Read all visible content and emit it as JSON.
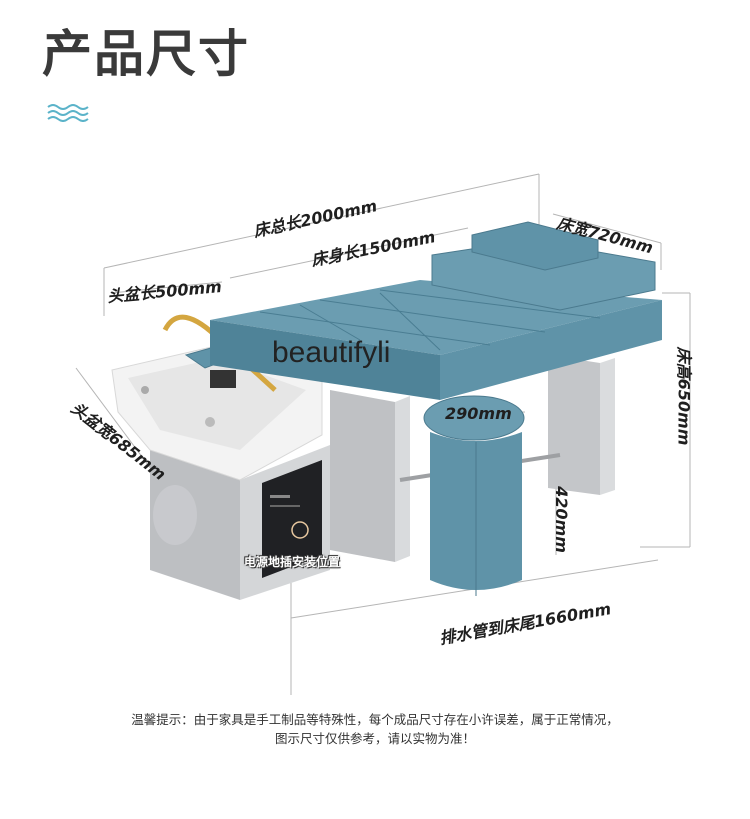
{
  "title": "产品尺寸",
  "watermark": "beautifyli",
  "dimensions": {
    "total_length": "床总长2000mm",
    "body_length": "床身长1500mm",
    "bed_width": "床宽720mm",
    "basin_length": "头盆长500mm",
    "basin_width": "头盆宽685mm",
    "bed_height": "床高650mm",
    "stool_width": "290mm",
    "stool_height": "420mm",
    "drain_length": "排水管到床尾1660mm"
  },
  "power_label": "电源地插安装位置",
  "note": {
    "line1": "温馨提示：由于家具是手工制品等特殊性，每个成品尺寸存在小许误差，属于正常情况，",
    "line2": "图示尺寸仅供参考，请以实物为准！"
  },
  "colors": {
    "upholstery": "#5f93a8",
    "steel": "#c9cbcd",
    "basin": "#f2f2f2",
    "wave": "#5bb3c9"
  }
}
